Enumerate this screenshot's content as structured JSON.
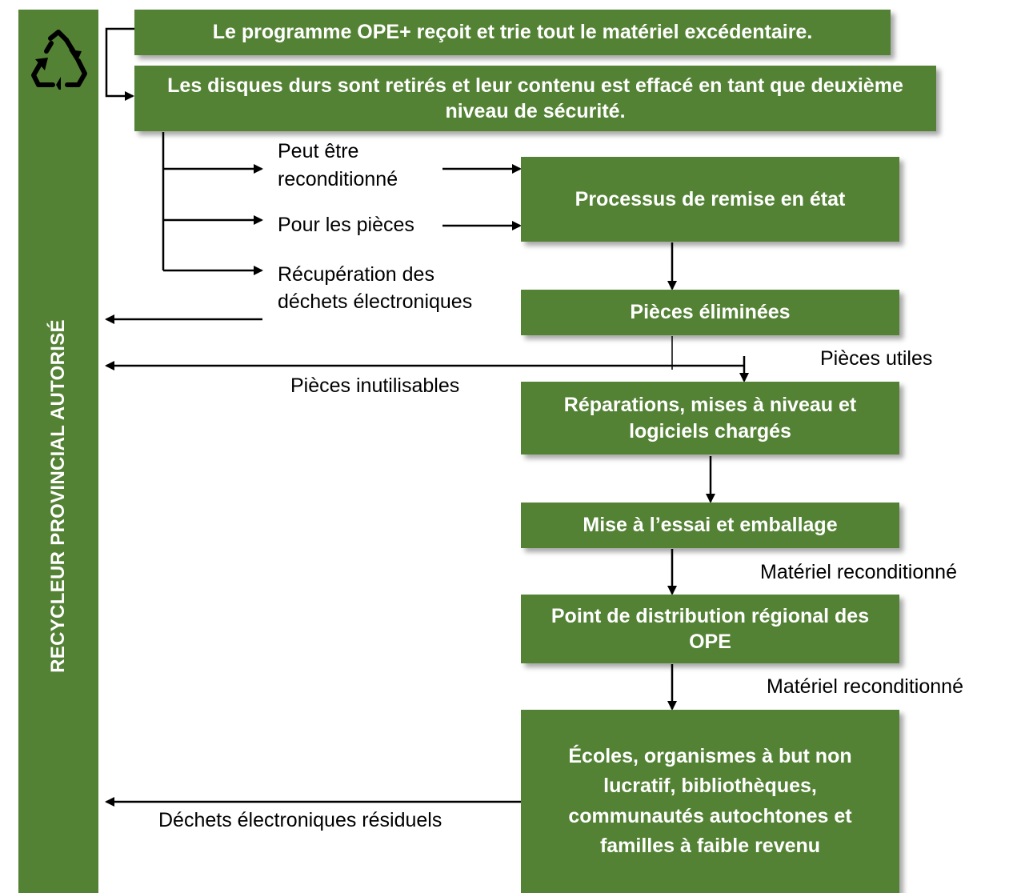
{
  "sidebar": {
    "label": "RECYCLEUR PROVINCIAL AUTORISÉ",
    "icon": "recycle-icon"
  },
  "colors": {
    "box": "#548235",
    "text_on_box": "#ffffff",
    "arrow": "#000000"
  },
  "boxes": {
    "receive": "Le programme OPE+ reçoit et trie tout le matériel excédentaire.",
    "drives": "Les disques durs sont retirés et leur contenu est effacé en tant que deuxième niveau de sécurité.",
    "refurb": "Processus de remise en état",
    "removed": "Pièces éliminées",
    "repairs": "Réparations, mises à niveau et logiciels chargés",
    "testing": "Mise à l’essai et emballage",
    "distribution": "Point de distribution régional des OPE",
    "recipients": "Écoles, organismes à but non lucratif, bibliothèques, communautés autochtones et familles à faible revenu"
  },
  "labels": {
    "can_refurb": "Peut être reconditionné",
    "for_parts": "Pour les pièces",
    "ewaste_recovery": "Récupération des déchets électroniques",
    "useful_parts": "Pièces utiles",
    "unusable_parts": "Pièces inutilisables",
    "refurbished_1": "Matériel reconditionné",
    "refurbished_2": "Matériel reconditionné",
    "residual_ewaste": "Déchets électroniques résiduels"
  }
}
